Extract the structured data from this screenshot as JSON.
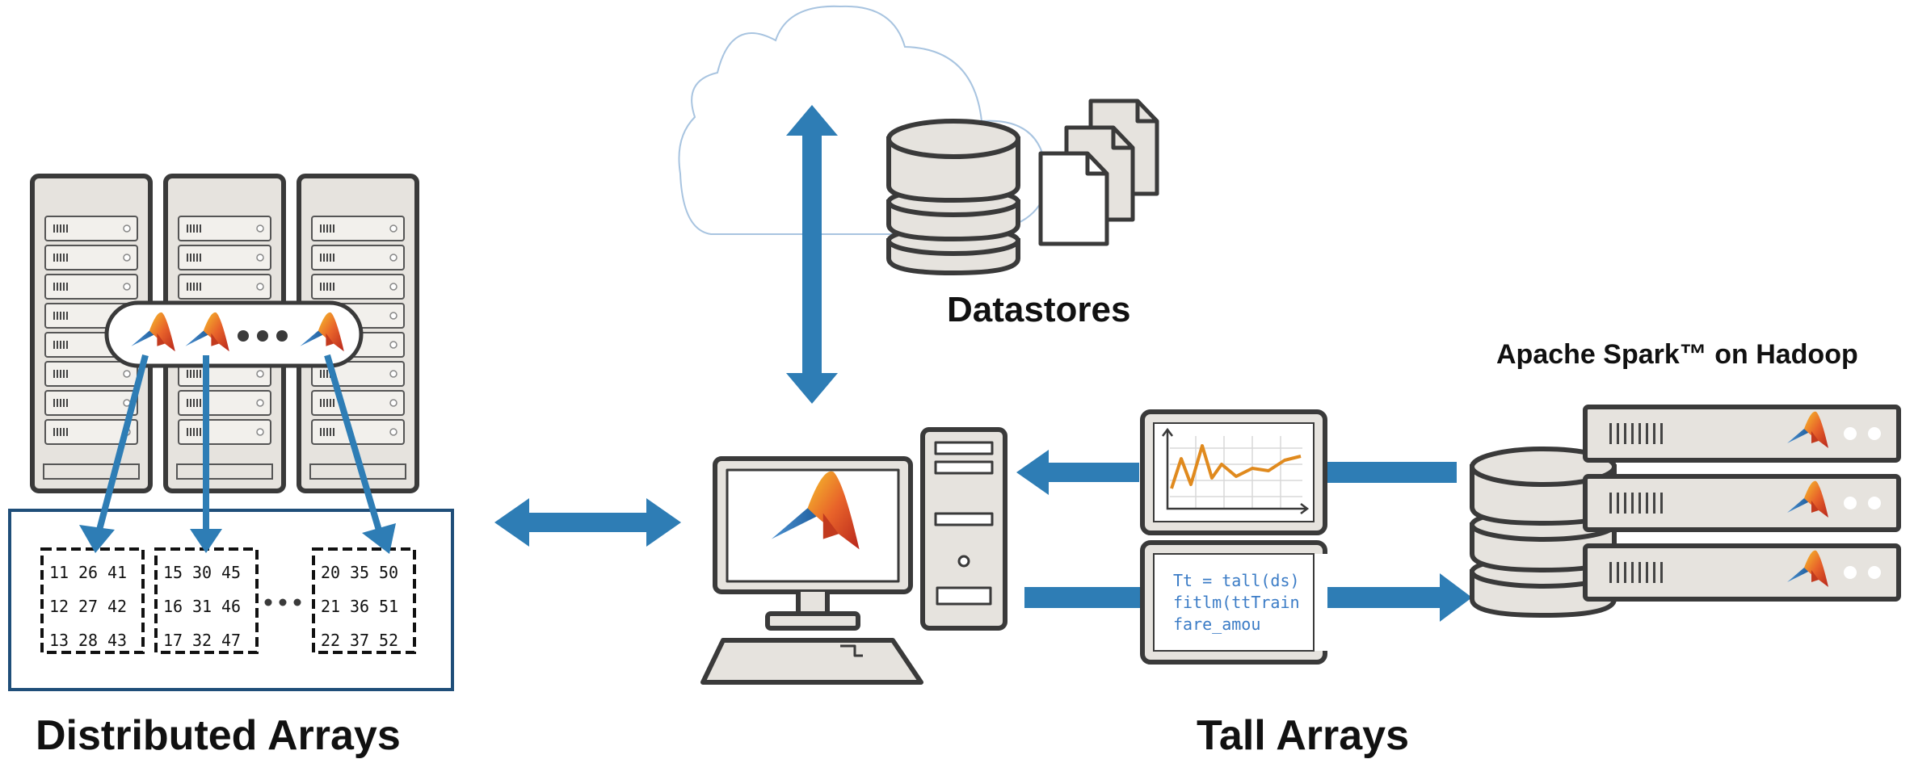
{
  "labels": {
    "datastores": "Datastores",
    "spark": "Apache Spark™ on Hadoop",
    "distributed": "Distributed Arrays",
    "tall": "Tall Arrays"
  },
  "matrices": [
    {
      "rows": [
        [
          "11",
          "26",
          "41"
        ],
        [
          "12",
          "27",
          "42"
        ],
        [
          "13",
          "28",
          "43"
        ]
      ]
    },
    {
      "rows": [
        [
          "15",
          "30",
          "45"
        ],
        [
          "16",
          "31",
          "46"
        ],
        [
          "17",
          "32",
          "47"
        ]
      ]
    },
    {
      "rows": [
        [
          "20",
          "35",
          "50"
        ],
        [
          "21",
          "36",
          "51"
        ],
        [
          "22",
          "37",
          "52"
        ]
      ]
    }
  ],
  "code_lines": [
    "Tt = tall(ds)",
    "fitlm(ttTrain",
    "fare_amou"
  ],
  "colors": {
    "arrow_blue": "#2e7db5",
    "panel_border": "#1f4e79",
    "outline": "#3a3a3a",
    "server_fill": "#e6e3de",
    "code_blue": "#3b7cc6",
    "chart_line": "#e08a1e",
    "cloud_stroke": "#a8c4e0"
  },
  "icons": [
    "cloud-icon",
    "database-icon",
    "documents-icon",
    "server-rack-icon",
    "matlab-logo-icon",
    "desktop-computer-icon",
    "chart-icon",
    "code-window-icon"
  ]
}
